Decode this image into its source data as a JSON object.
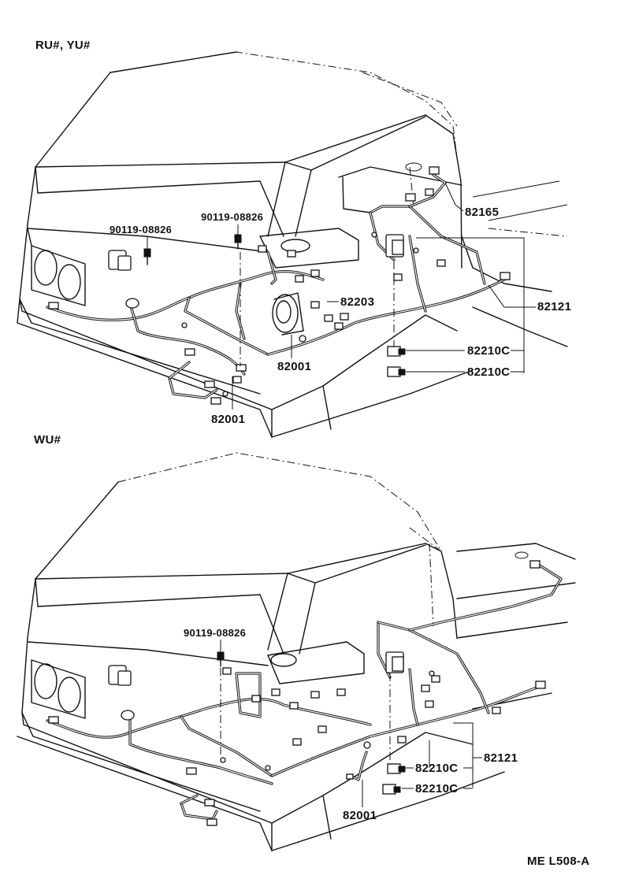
{
  "sections": [
    {
      "title": "RU#, YU#",
      "parts": [
        "90119-08826",
        "90119-08826",
        "82165",
        "82203",
        "82121",
        "82001",
        "82001",
        "82210C",
        "82210C"
      ]
    },
    {
      "title": "WU#",
      "parts": [
        "90119-08826",
        "82121",
        "82210C",
        "82210C",
        "82001"
      ]
    }
  ],
  "footer": {
    "code": "ME L508-A"
  }
}
